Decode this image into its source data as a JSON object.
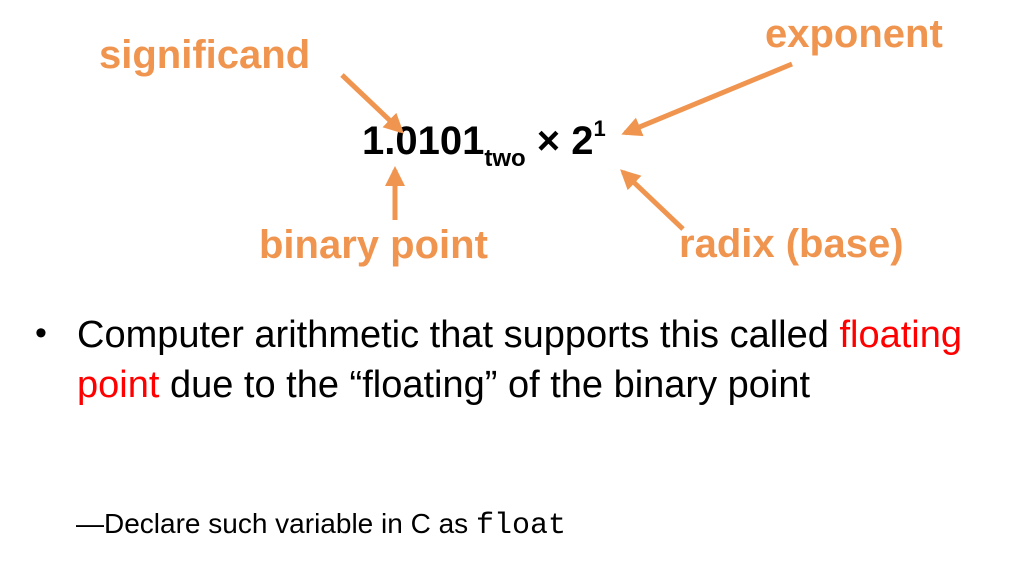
{
  "diagram": {
    "labels": {
      "significand": "significand",
      "exponent": "exponent",
      "binary_point": "binary point",
      "radix": "radix (base)"
    },
    "formula": {
      "mantissa": "1.0101",
      "subscript": "two",
      "times": " × 2",
      "superscript": "1"
    },
    "label_color": "#f0954f",
    "arrow_color": "#f0954f"
  },
  "bullet": {
    "text_before": "Computer arithmetic that supports this called ",
    "highlight": "floating point",
    "text_after": " due to the “floating” of the binary point",
    "highlight_color": "#ff0000"
  },
  "sub_bullet": {
    "dash": "—",
    "text": "Declare such variable in C as ",
    "code": "float"
  }
}
